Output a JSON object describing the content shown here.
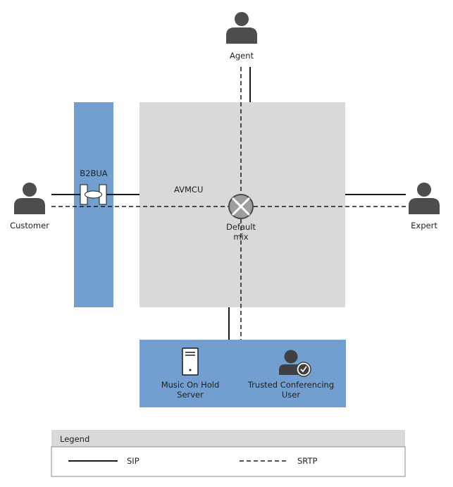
{
  "nodes": {
    "agent": {
      "label": "Agent",
      "icon": "person-icon"
    },
    "customer": {
      "label": "Customer",
      "icon": "person-icon"
    },
    "expert": {
      "label": "Expert",
      "icon": "person-icon"
    },
    "b2bua": {
      "label": "B2BUA"
    },
    "avmcu": {
      "label": "AVMCU"
    },
    "default_mix": {
      "label_line1": "Default",
      "label_line2": "mix",
      "icon": "mixer-icon"
    },
    "moh_server": {
      "label_line1": "Music On Hold",
      "label_line2": "Server",
      "icon": "server-icon"
    },
    "trusted_user": {
      "label_line1": "Trusted Conferencing",
      "label_line2": "User",
      "icon": "verified-user-icon"
    }
  },
  "legend": {
    "title": "Legend",
    "sip_label": "SIP",
    "srtp_label": "SRTP"
  },
  "colors": {
    "blue_box": "#729fcf",
    "gray_box": "#d9d9d9",
    "legend_header": "#d9d9d9",
    "person": "#4d4d4d",
    "line": "#1a1a1a"
  }
}
